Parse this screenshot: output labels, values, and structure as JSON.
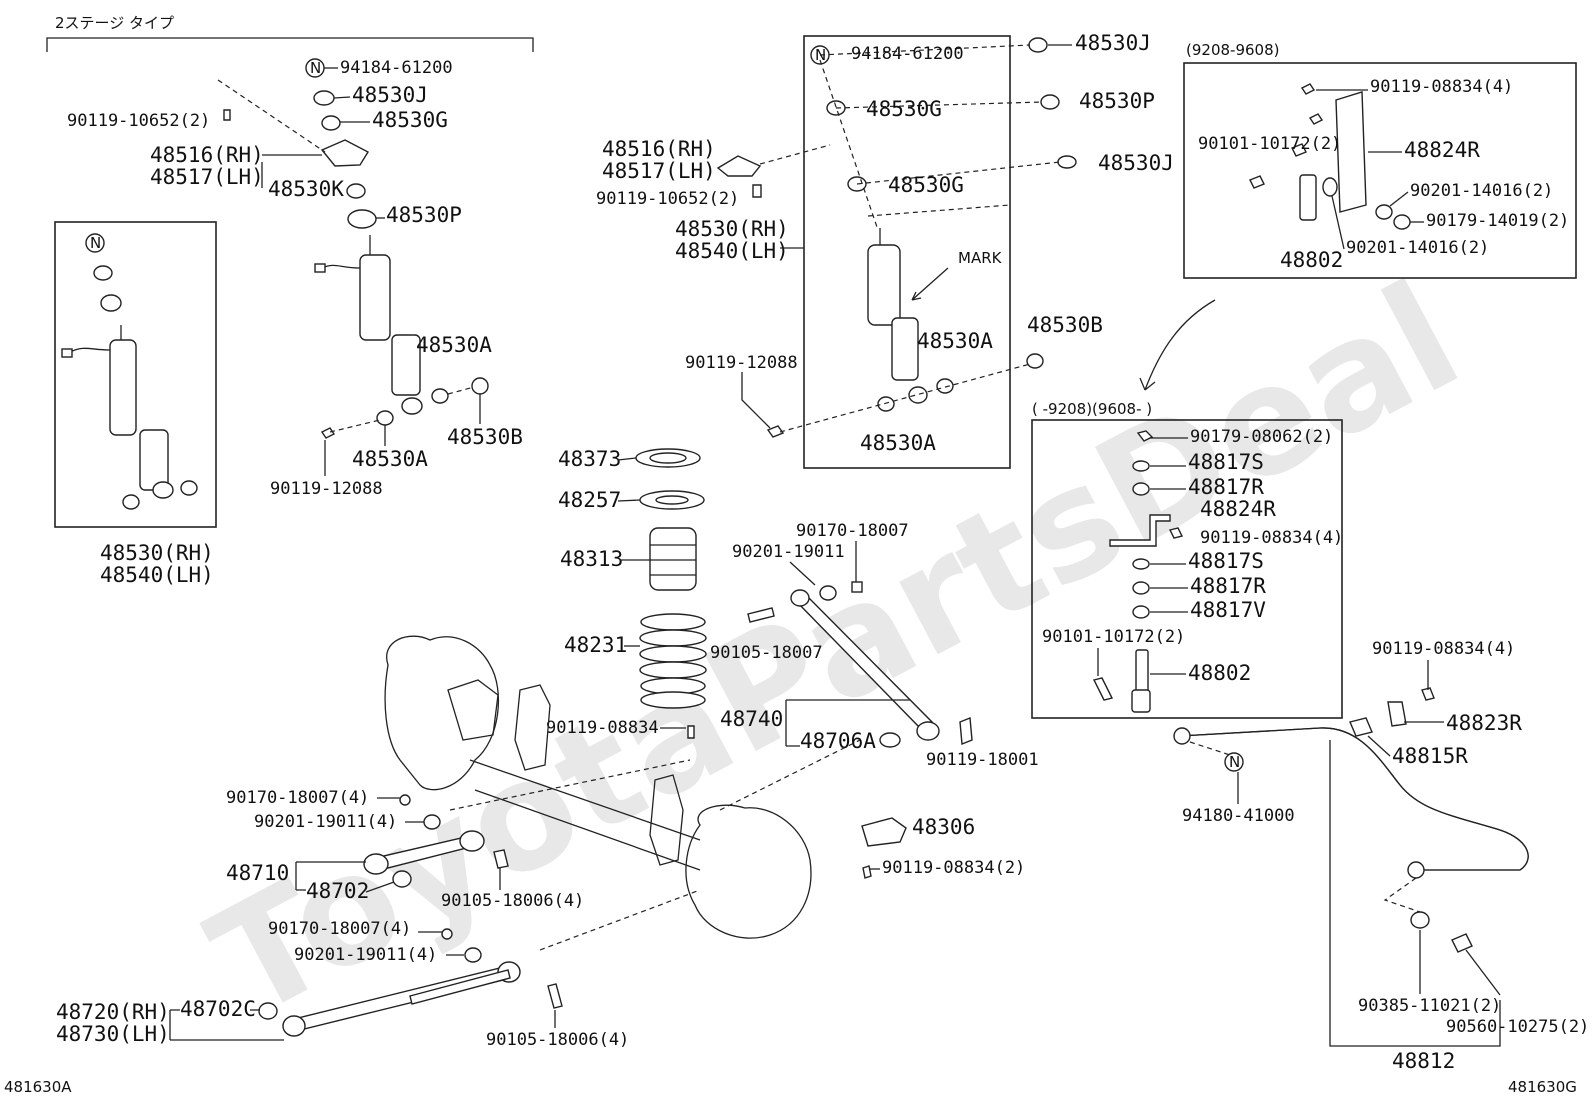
{
  "watermark": "ToyotaPartsDeal",
  "header": {
    "stage_type": "2ステージ タイプ",
    "date_range_top": "(9208-9608)",
    "date_range_mid": "( -9208)(9608- )"
  },
  "footer": {
    "left_code": "481630A",
    "right_code": "481630G"
  },
  "labels": {
    "l_94184_61200_a": "94184-61200",
    "l_48530J_a": "48530J",
    "l_48530G_a": "48530G",
    "l_90119_10652_a": "90119-10652(2)",
    "l_48516_a": "48516(RH)",
    "l_48517_a": "48517(LH)",
    "l_48530K": "48530K",
    "l_48530P_a": "48530P",
    "l_48530A_a": "48530A",
    "l_48530A_b": "48530A",
    "l_48530B_a": "48530B",
    "l_90119_12088_a": "90119-12088",
    "l_48530RH_a": "48530(RH)",
    "l_48540LH_a": "48540(LH)",
    "l_94184_61200_b": "94184-61200",
    "l_48530J_b": "48530J",
    "l_48530P_b": "48530P",
    "l_48530G_b": "48530G",
    "l_48530J_c": "48530J",
    "l_48530G_c": "48530G",
    "l_48516_b": "48516(RH)",
    "l_48517_b": "48517(LH)",
    "l_90119_10652_b": "90119-10652(2)",
    "l_48530RH_b": "48530(RH)",
    "l_48540LH_b": "48540(LH)",
    "l_mark": "MARK",
    "l_48530A_c": "48530A",
    "l_48530B_b": "48530B",
    "l_90119_12088_b": "90119-12088",
    "l_48530A_d": "48530A",
    "l_90119_08834_a": "90119-08834(4)",
    "l_90101_10172_a": "90101-10172(2)",
    "l_48824R_a": "48824R",
    "l_90201_14016_a": "90201-14016(2)",
    "l_90179_14019": "90179-14019(2)",
    "l_90201_14016_b": "90201-14016(2)",
    "l_48802_a": "48802",
    "l_90179_08062": "90179-08062(2)",
    "l_48817S_a": "48817S",
    "l_48817R_a": "48817R",
    "l_48824R_b": "48824R",
    "l_90119_08834_b": "90119-08834(4)",
    "l_48817S_b": "48817S",
    "l_48817R_b": "48817R",
    "l_48817V": "48817V",
    "l_90101_10172_b": "90101-10172(2)",
    "l_48802_b": "48802",
    "l_48373": "48373",
    "l_48257": "48257",
    "l_48313": "48313",
    "l_48231": "48231",
    "l_90170_18007_a": "90170-18007",
    "l_90201_19011_a": "90201-19011",
    "l_90105_18007": "90105-18007",
    "l_90119_08834_c": "90119-08834",
    "l_48740": "48740",
    "l_48706A": "48706A",
    "l_90119_18001": "90119-18001",
    "l_48306": "48306",
    "l_90119_08834_d": "90119-08834(2)",
    "l_90170_18007_b": "90170-18007(4)",
    "l_90201_19011_b": "90201-19011(4)",
    "l_48710": "48710",
    "l_48702": "48702",
    "l_90105_18006_a": "90105-18006(4)",
    "l_90170_18007_c": "90170-18007(4)",
    "l_90201_19011_c": "90201-19011(4)",
    "l_48720": "48720(RH)",
    "l_48730": "48730(LH)",
    "l_48702C": "48702C",
    "l_90105_18006_b": "90105-18006(4)",
    "l_90119_08834_e": "90119-08834(4)",
    "l_48823R": "48823R",
    "l_48815R": "48815R",
    "l_94180_41000": "94180-41000",
    "l_90385_11021": "90385-11021(2)",
    "l_90560_10275": "90560-10275(2)",
    "l_48812": "48812",
    "n_mark": "N"
  }
}
